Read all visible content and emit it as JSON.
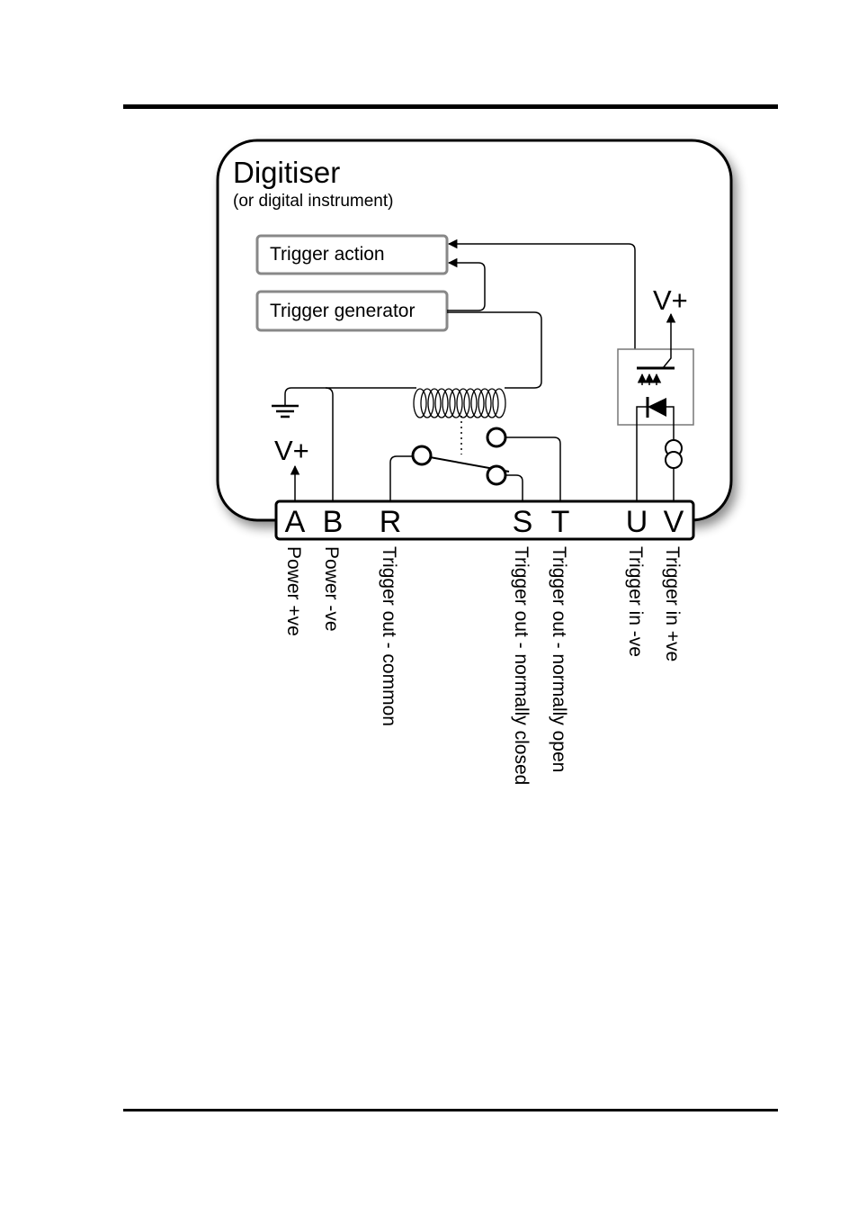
{
  "device": {
    "title": "Digitiser",
    "subtitle": "(or digital instrument)"
  },
  "blocks": {
    "trigger_action": "Trigger action",
    "trigger_generator": "Trigger generator"
  },
  "supply_labels": {
    "left": "V+",
    "right": "V+"
  },
  "terminals": [
    {
      "letter": "A",
      "description": "Power +ve"
    },
    {
      "letter": "B",
      "description": "Power -ve"
    },
    {
      "letter": "R",
      "description": "Trigger out - common"
    },
    {
      "letter": "S",
      "description": "Trigger out - normally closed"
    },
    {
      "letter": "T",
      "description": "Trigger out - normally open"
    },
    {
      "letter": "U",
      "description": "Trigger in -ve"
    },
    {
      "letter": "V",
      "description": "Trigger in +ve"
    }
  ]
}
